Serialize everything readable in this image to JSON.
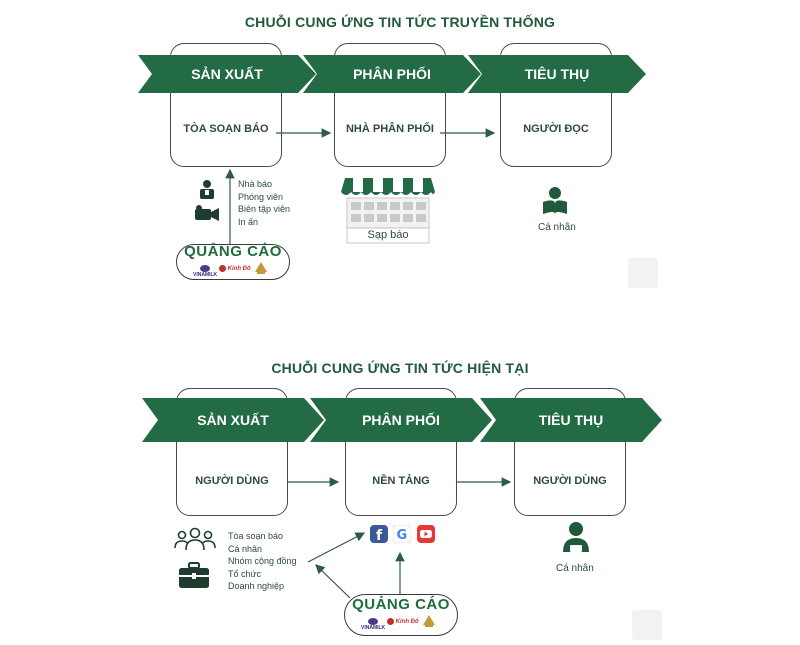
{
  "traditional": {
    "title": "CHUỖI CUNG ỨNG TIN TỨC TRUYỀN THỐNG",
    "stages": [
      {
        "label": "SẢN XUẤT",
        "node": "TÒA SOẠN BÁO"
      },
      {
        "label": "PHÂN PHỐI",
        "node": "NHÀ PHÂN PHỐI"
      },
      {
        "label": "TIÊU THỤ",
        "node": "NGƯỜI ĐỌC"
      }
    ],
    "producers": [
      "Nhà báo",
      "Phóng viên",
      "Biên tập viên",
      "In ấn"
    ],
    "kiosk_label": "Sạp báo",
    "consumer_caption": "Cá nhân",
    "ads_title": "QUẢNG CÁO",
    "ad_logos": [
      "VINAMILK",
      "Kinh Đô",
      ""
    ]
  },
  "current": {
    "title": "CHUỖI CUNG ỨNG TIN TỨC HIỆN TẠI",
    "stages": [
      {
        "label": "SẢN XUẤT",
        "node": "NGƯỜI DÙNG"
      },
      {
        "label": "PHÂN PHỐI",
        "node": "NỀN TẢNG"
      },
      {
        "label": "TIÊU THỤ",
        "node": "NGƯỜI DÙNG"
      }
    ],
    "producers": [
      "Tòa soạn báo",
      "Cá nhân",
      "Nhóm cộng đồng",
      "Tổ chức",
      "Doanh nghiệp"
    ],
    "platform_icons": [
      "facebook-icon",
      "google-icon",
      "youtube-icon"
    ],
    "consumer_caption": "Cá nhân",
    "ads_title": "QUẢNG CÁO",
    "ad_logos": [
      "VINAMILK",
      "Kinh Đô",
      ""
    ]
  },
  "colors": {
    "band": "#236b45",
    "dark": "#1f5a3a",
    "line": "#2e5b44"
  }
}
